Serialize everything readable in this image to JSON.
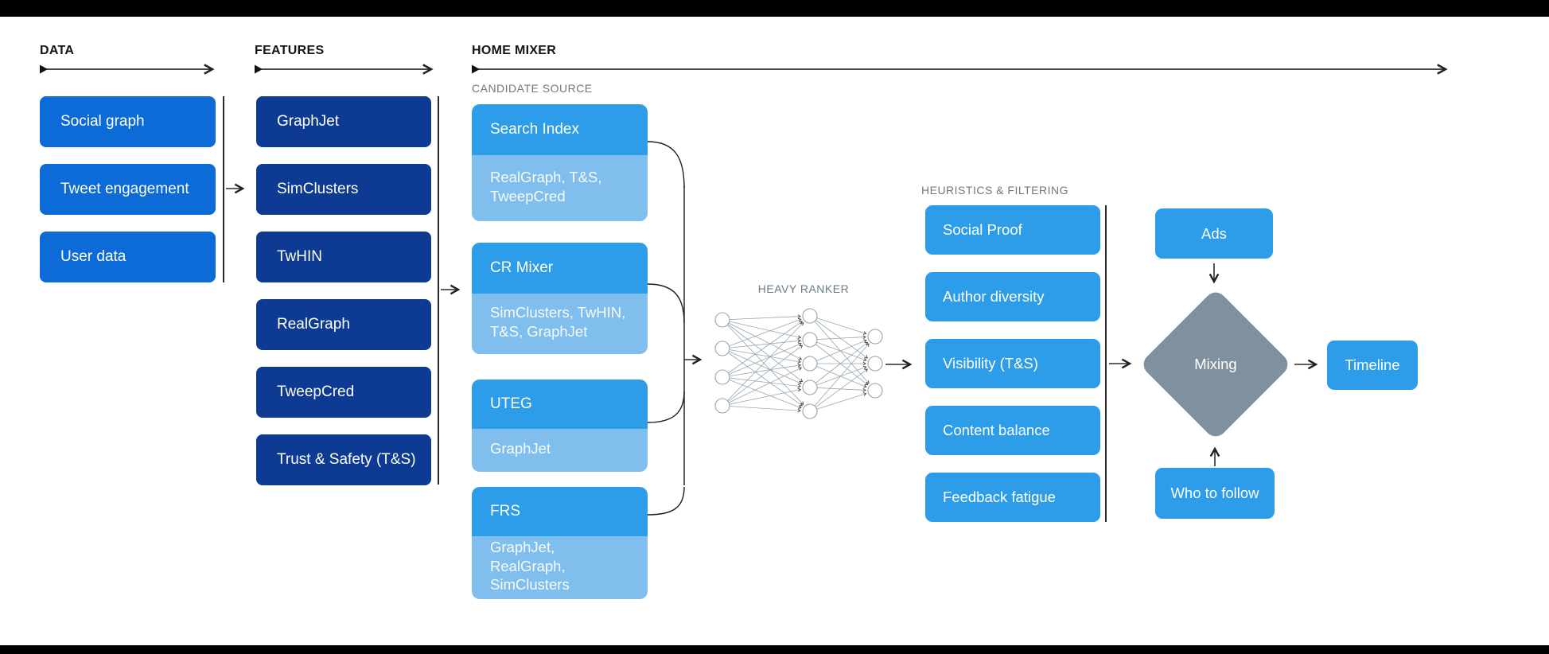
{
  "colors": {
    "page-bg": "#ffffff",
    "bar": "#000000",
    "data-blue": "#0c6bd6",
    "feature-navy": "#0d3a93",
    "bright-blue": "#2d9ce9",
    "light-blue": "#7fbeed",
    "slate-gray": "#7f919f",
    "label-gray": "#6b7a84",
    "line-dark": "#222222"
  },
  "headers": {
    "data": "DATA",
    "features": "FEATURES",
    "home_mixer": "HOME MIXER"
  },
  "data_column": {
    "boxes": [
      "Social graph",
      "Tweet engagement",
      "User data"
    ]
  },
  "features_column": {
    "boxes": [
      "GraphJet",
      "SimClusters",
      "TwHIN",
      "RealGraph",
      "TweepCred",
      "Trust & Safety (T&S)"
    ]
  },
  "candidate_sources": {
    "group_label": "CANDIDATE SOURCE",
    "cards": [
      {
        "title": "Search Index",
        "sources": "RealGraph, T&S, TweepCred"
      },
      {
        "title": "CR Mixer",
        "sources": "SimClusters, TwHIN, T&S, GraphJet"
      },
      {
        "title": "UTEG",
        "sources": "GraphJet"
      },
      {
        "title": "FRS",
        "sources": "GraphJet, RealGraph, SimClusters"
      }
    ]
  },
  "heavy_ranker": {
    "label": "HEAVY RANKER",
    "layers": [
      4,
      5,
      3
    ]
  },
  "heuristics": {
    "group_label": "HEURISTICS & FILTERING",
    "boxes": [
      "Social Proof",
      "Author diversity",
      "Visibility (T&S)",
      "Content balance",
      "Feedback fatigue"
    ]
  },
  "output_stage": {
    "ads": "Ads",
    "mixing": "Mixing",
    "timeline": "Timeline",
    "who_to_follow": "Who to follow"
  }
}
